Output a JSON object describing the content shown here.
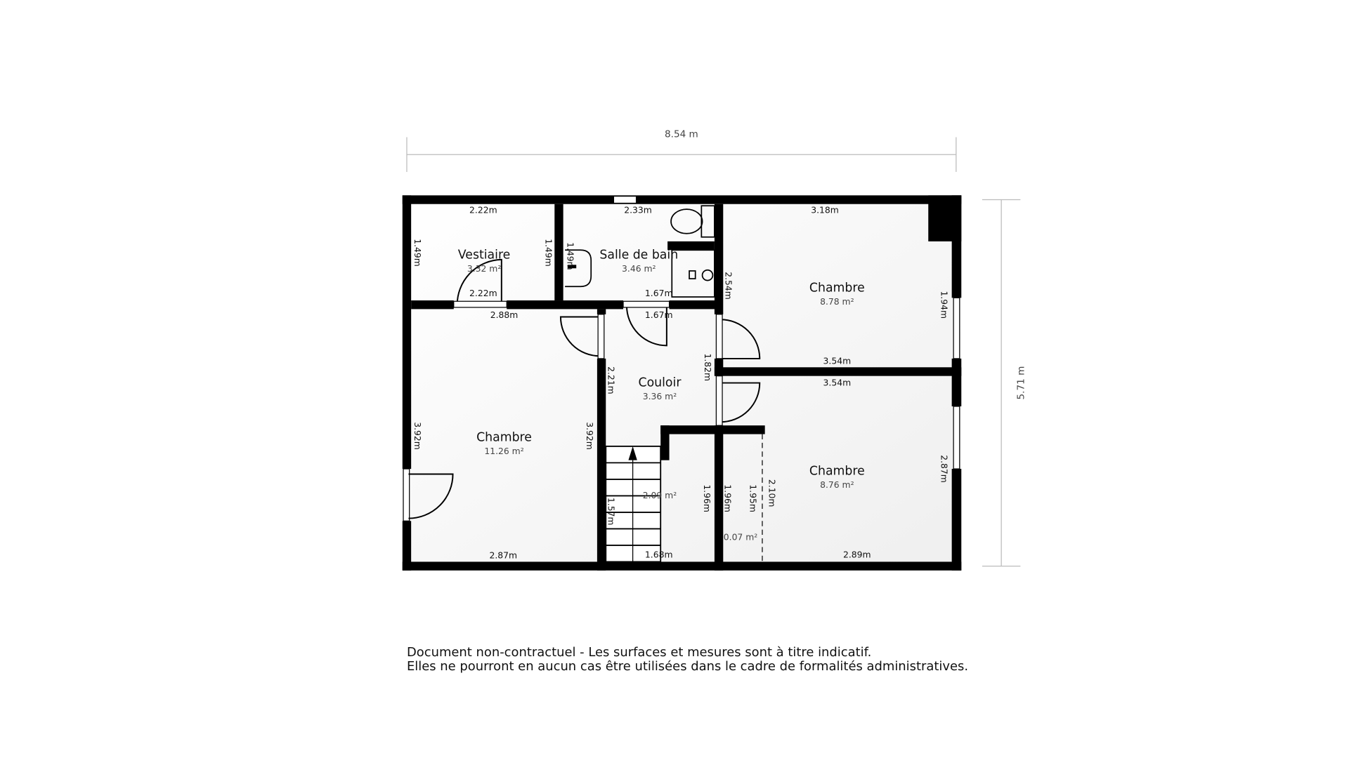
{
  "overall": {
    "width_label": "8.54 m",
    "height_label": "5.71 m"
  },
  "rooms": [
    {
      "name": "Vestiaire",
      "area": "3.32 m²"
    },
    {
      "name": "Salle de bain",
      "area": "3.46 m²"
    },
    {
      "name": "Chambre",
      "area": "8.78 m²"
    },
    {
      "name": "Couloir",
      "area": "3.36 m²"
    },
    {
      "name": "Chambre",
      "area": "11.26 m²"
    },
    {
      "name": "Chambre",
      "area": "8.76 m²"
    },
    {
      "name": "",
      "area": "2.09 m²"
    },
    {
      "name": "",
      "area": "0.07 m²"
    }
  ],
  "dims": [
    "2.22m",
    "2.22m",
    "2.88m",
    "1.49m",
    "1.49m",
    "1.49m",
    "2.33m",
    "1.67m",
    "1.67m",
    "2.54m",
    "3.18m",
    "1.94m",
    "3.54m",
    "3.54m",
    "2.87m",
    "2.89m",
    "2.21m",
    "1.82m",
    "3.92m",
    "3.92m",
    "2.87m",
    "1.57m",
    "1.68m",
    "1.96m",
    "1.96m",
    "1.95m",
    "2.10m"
  ],
  "footer": {
    "line1": "Document non-contractuel - Les surfaces et mesures sont à titre indicatif.",
    "line2": "Elles ne pourront en aucun cas être utilisées dans le cadre de formalités administratives."
  }
}
